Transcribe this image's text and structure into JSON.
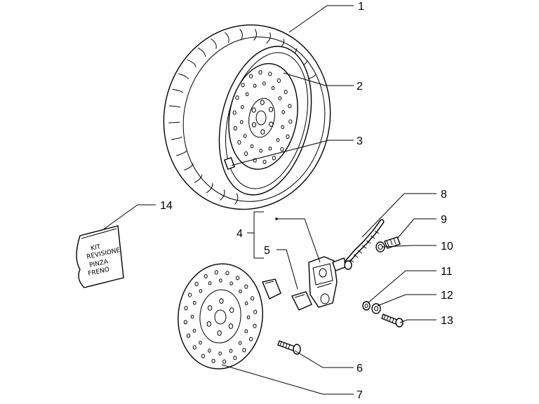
{
  "callouts": {
    "c1": "1",
    "c2": "2",
    "c3": "3",
    "c4": "4",
    "c5": "5",
    "c6": "6",
    "c7": "7",
    "c8": "8",
    "c9": "9",
    "c10": "10",
    "c11": "11",
    "c12": "12",
    "c13": "13",
    "c14": "14"
  },
  "kit_label": {
    "line1": "KIT",
    "line2": "REVISIONE",
    "line3": "PINZA",
    "line4": "FRENO"
  }
}
